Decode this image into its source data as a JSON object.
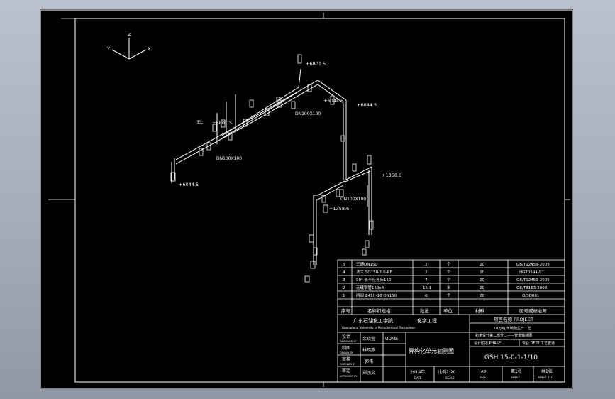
{
  "axes": {
    "z": "Z",
    "y": "Y",
    "x": "X"
  },
  "elevations": {
    "e1": "+6801.5",
    "e2": "+6801.5",
    "e3": "+6044.5",
    "e4": "+6044.5",
    "e5": "+6044.5",
    "e6": "+1358.6",
    "e7": "+1358.6"
  },
  "el_prefix": "EL",
  "reducers": {
    "r1": "DN100X100",
    "r2": "DN100X100",
    "r3": "DN100X100"
  },
  "bom": {
    "rows": [
      {
        "no": "5",
        "name": "三通DN150",
        "qty": "2",
        "unit": "个",
        "material": "20",
        "standard": "GB/T12459-2005"
      },
      {
        "no": "4",
        "name": "法兰 SO150-1.6-RF",
        "qty": "2",
        "unit": "个",
        "material": "20",
        "standard": "HG20594-97"
      },
      {
        "no": "3",
        "name": "90° 长半径弯头150",
        "qty": "7",
        "unit": "个",
        "material": "20",
        "standard": "GB/T12459-2005"
      },
      {
        "no": "2",
        "name": "无缝钢管159x4",
        "qty": "15.1",
        "unit": "米",
        "material": "20",
        "standard": "GB/T8163-2008"
      },
      {
        "no": "1",
        "name": "闸阀 Z41H-16 DN150",
        "qty": "6",
        "unit": "个",
        "material": "20",
        "standard": "Q/SD001"
      }
    ],
    "header": {
      "no": "序号",
      "name": "名称和规格",
      "qty": "数量",
      "unit": "单位",
      "material": "材料",
      "standard": "图号或标准号"
    }
  },
  "title_block": {
    "company_cn": "广东石油化工学院",
    "company_en": "Guangdong University of Petrochemical Technology",
    "dept": "化学工程",
    "project_label": "项目名称 PROJECT",
    "project_line1": "10万吨/年硫酸生产工艺",
    "project_line2": "初步设计第二部分二——管道轴测图",
    "stage_label": "设计阶段 PHASE",
    "stage_value": "",
    "dept_label": "专业 DEPT",
    "dept_value": "工艺管道",
    "drawing_title": "异构化单元轴测图",
    "drawing_no": "GSH.15-0-1-1/10",
    "roles": [
      {
        "cn": "设计",
        "en": "DESIGNED BY",
        "name": "余晓莹",
        "sign": "UDMS"
      },
      {
        "cn": "制图",
        "en": "DRAWN BY",
        "name": "林晓燕",
        "sign": ""
      },
      {
        "cn": "审核",
        "en": "CHECKED BY",
        "name": "郭伟",
        "sign": ""
      },
      {
        "cn": "审定",
        "en": "APPROVED BY",
        "name": "郑强文",
        "sign": ""
      }
    ],
    "date_value": "2014年",
    "date_label": "DATE",
    "scale_label": "比例1:20",
    "scale_sub": "SCALE",
    "size_value": "A3",
    "size_label": "SIZE",
    "sheet_value": "第1张",
    "sheet_label": "SHEET",
    "total_value": "共1张",
    "total_label": "SHEET TOT."
  }
}
